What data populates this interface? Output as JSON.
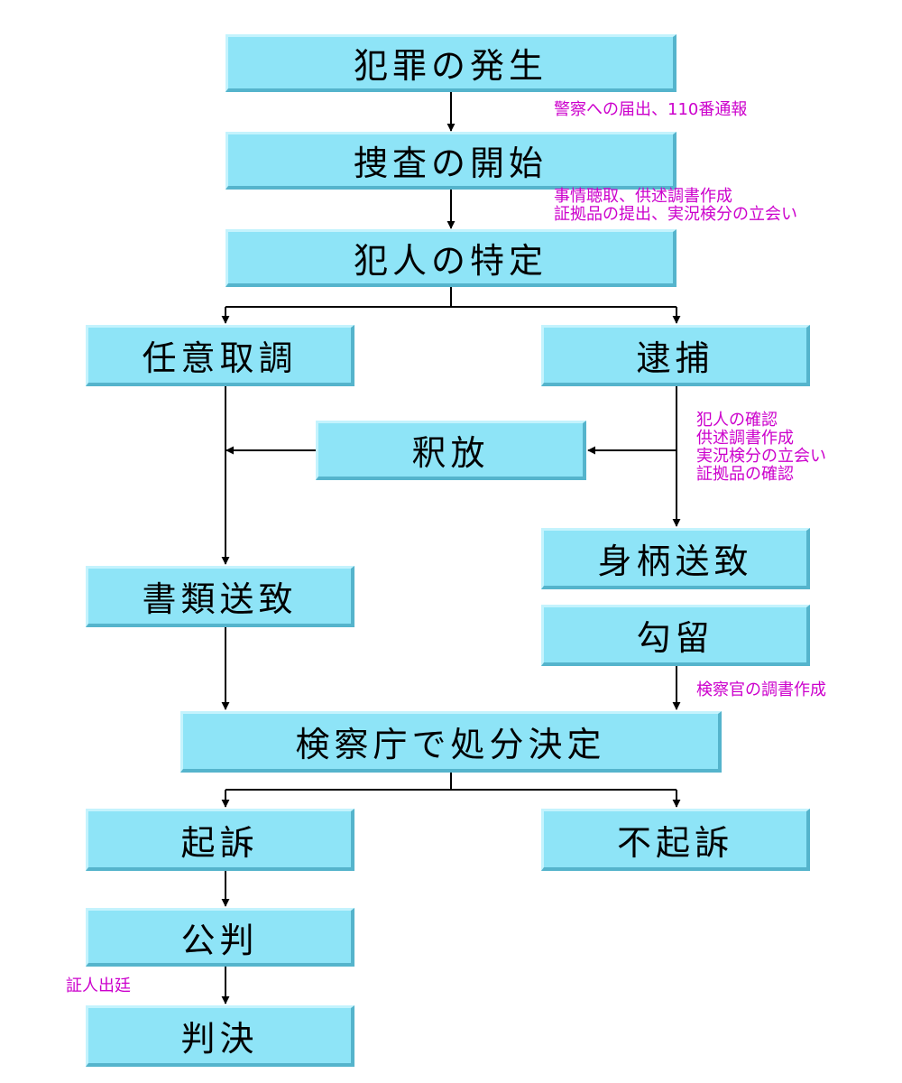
{
  "nodes": {
    "crime": "犯罪の発生",
    "investigation": "捜査の開始",
    "identify": "犯人の特定",
    "voluntary": "任意取調",
    "arrest": "逮捕",
    "release": "釈放",
    "document_referral": "書類送致",
    "custody_referral": "身柄送致",
    "detention": "勾留",
    "decision": "検察庁で処分決定",
    "indictment": "起訴",
    "non_indictment": "不起訴",
    "trial": "公判",
    "judgment": "判決"
  },
  "notes": {
    "report": [
      "警察への届出、110番通報"
    ],
    "investigation_steps": [
      "事情聴取、供述調書作成",
      "証拠品の提出、実況検分の立会い"
    ],
    "arrest_steps": [
      "犯人の確認",
      "供述調書作成",
      "実況検分の立会い",
      "証拠品の確認"
    ],
    "prosecutor": [
      "検察官の調書作成"
    ],
    "witness": [
      "証人出廷"
    ]
  },
  "colors": {
    "box_fill": "#8ee4f7",
    "note_text": "#cc00cc",
    "line": "#000000"
  }
}
